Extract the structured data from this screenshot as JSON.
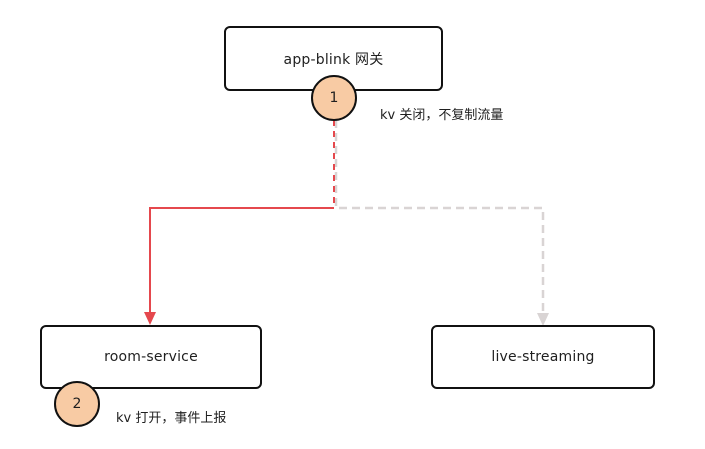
{
  "nodes": {
    "gateway": "app-blink 网关",
    "room": "room-service",
    "live": "live-streaming"
  },
  "markers": {
    "one": "1",
    "two": "2"
  },
  "annotations": {
    "gateway_note": "kv 关闭，不复制流量",
    "room_note": "kv 打开，事件上报"
  },
  "colors": {
    "active_edge": "#e5484d",
    "inactive_edge": "#d9d4d4",
    "marker_fill": "#f8cba4",
    "node_border": "#111111"
  }
}
